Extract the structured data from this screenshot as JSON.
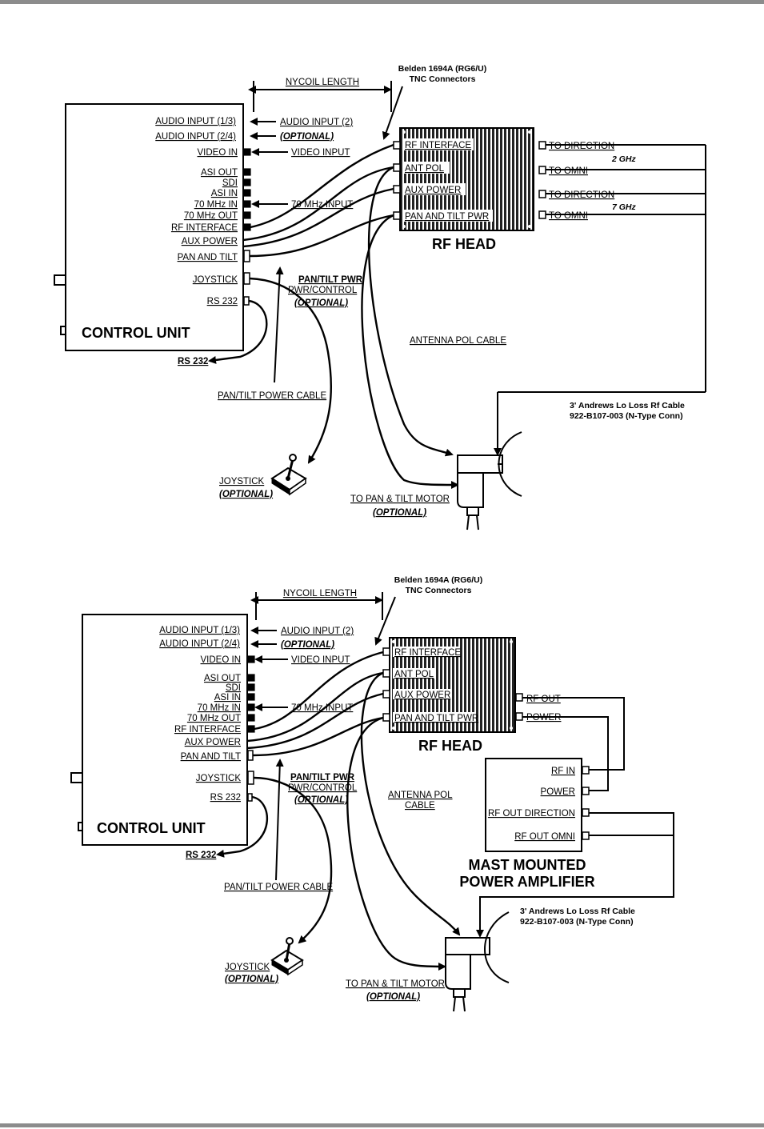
{
  "diagram1": {
    "control_unit": {
      "title": "CONTROL UNIT",
      "ports": {
        "audio_input_13": "AUDIO INPUT  (1/3)",
        "audio_input_24": "AUDIO INPUT  (2/4)",
        "video_in": "VIDEO IN",
        "asi_out": "ASI OUT",
        "sdi": "SDI",
        "asi_in": "ASI IN",
        "mhz70_in": "70 MHz IN",
        "mhz70_out": "70 MHz OUT",
        "rf_interface": "RF INTERFACE",
        "aux_power": "AUX POWER",
        "pan_and_tilt": "PAN AND TILT",
        "joystick": "JOYSTICK",
        "rs232": "RS 232"
      }
    },
    "rf_head": {
      "title": "RF HEAD",
      "ports": {
        "rf_interface": "RF INTERFACE",
        "ant_pol": "ANT POL",
        "aux_power": "AUX POWER",
        "pan_tilt_pwr": "PAN AND TILT PWR"
      }
    },
    "outputs": {
      "to_direction_1": "TO DIRECTION",
      "to_omni_1": "TO OMNI",
      "band_1": "2 GHz",
      "to_direction_2": "TO DIRECTION",
      "to_omni_2": "TO OMNI",
      "band_2": "7 GHz"
    },
    "inputs": {
      "audio_input_2": "AUDIO INPUT  (2)",
      "optional": "(OPTIONAL)",
      "video_input": "VIDEO INPUT",
      "mhz70_input": "70 MHz INPUT"
    },
    "labels": {
      "nycoil_length": "NYCOIL LENGTH",
      "belden_line1": "Belden 1694A (RG6/U)",
      "belden_line2": "TNC Connectors",
      "pan_tilt_pwr_1": "PAN/TILT PWR",
      "pan_tilt_pwr_2": "PWR/CONTROL",
      "pan_tilt_pwr_3": "(OPTIONAL)",
      "antenna_pol_cable": "ANTENNA POL CABLE",
      "rs232": "RS 232",
      "pan_tilt_power_cable": "PAN/TILT POWER CABLE",
      "andrews_line1": "3' Andrews Lo Loss Rf Cable",
      "andrews_line2": "922-B107-003 (N-Type Conn)",
      "joystick": "JOYSTICK",
      "joystick_optional": "(OPTIONAL)",
      "to_motor": "TO PAN & TILT MOTOR",
      "to_motor_optional": "(OPTIONAL)"
    }
  },
  "diagram2": {
    "control_unit": {
      "title": "CONTROL UNIT",
      "ports": {
        "audio_input_13": "AUDIO INPUT  (1/3)",
        "audio_input_24": "AUDIO INPUT  (2/4)",
        "video_in": "VIDEO IN",
        "asi_out": "ASI OUT",
        "sdi": "SDI",
        "asi_in": "ASI IN",
        "mhz70_in": "70 MHz IN",
        "mhz70_out": "70 MHz OUT",
        "rf_interface": "RF INTERFACE",
        "aux_power": "AUX POWER",
        "pan_and_tilt": "PAN AND TILT",
        "joystick": "JOYSTICK",
        "rs232": "RS 232"
      }
    },
    "rf_head": {
      "title": "RF HEAD",
      "ports": {
        "rf_interface": "RF INTERFACE",
        "ant_pol": "ANT POL",
        "aux_power": "AUX POWER",
        "pan_tilt_pwr": "PAN AND TILT PWR"
      },
      "outputs": {
        "rf_out": "RF OUT",
        "power": "POWER"
      }
    },
    "amplifier": {
      "title_line1": "MAST MOUNTED",
      "title_line2": "POWER AMPLIFIER",
      "ports": {
        "rf_in": "RF IN",
        "power": "POWER",
        "rf_out_direction": "RF OUT DIRECTION",
        "rf_out_omni": "RF OUT OMNI"
      }
    },
    "inputs": {
      "audio_input_2": "AUDIO INPUT  (2)",
      "optional": "(OPTIONAL)",
      "video_input": "VIDEO INPUT",
      "mhz70_input": "70 MHz INPUT"
    },
    "labels": {
      "nycoil_length": "NYCOIL LENGTH",
      "belden_line1": "Belden 1694A (RG6/U)",
      "belden_line2": "TNC Connectors",
      "pan_tilt_pwr_1": "PAN/TILT PWR",
      "pan_tilt_pwr_2": "PWR/CONTROL",
      "pan_tilt_pwr_3": "(OPTIONAL)",
      "antenna_pol_1": "ANTENNA POL",
      "antenna_pol_2": "CABLE",
      "rs232": "RS 232",
      "pan_tilt_power_cable": "PAN/TILT POWER CABLE",
      "andrews_line1": "3' Andrews Lo Loss Rf Cable",
      "andrews_line2": "922-B107-003 (N-Type Conn)",
      "joystick": "JOYSTICK",
      "joystick_optional": "(OPTIONAL)",
      "to_motor": "TO PAN & TILT MOTOR",
      "to_motor_optional": "(OPTIONAL)"
    }
  },
  "colors": {
    "line": "#000000",
    "rule": "#8c8c8c",
    "background": "#ffffff"
  }
}
